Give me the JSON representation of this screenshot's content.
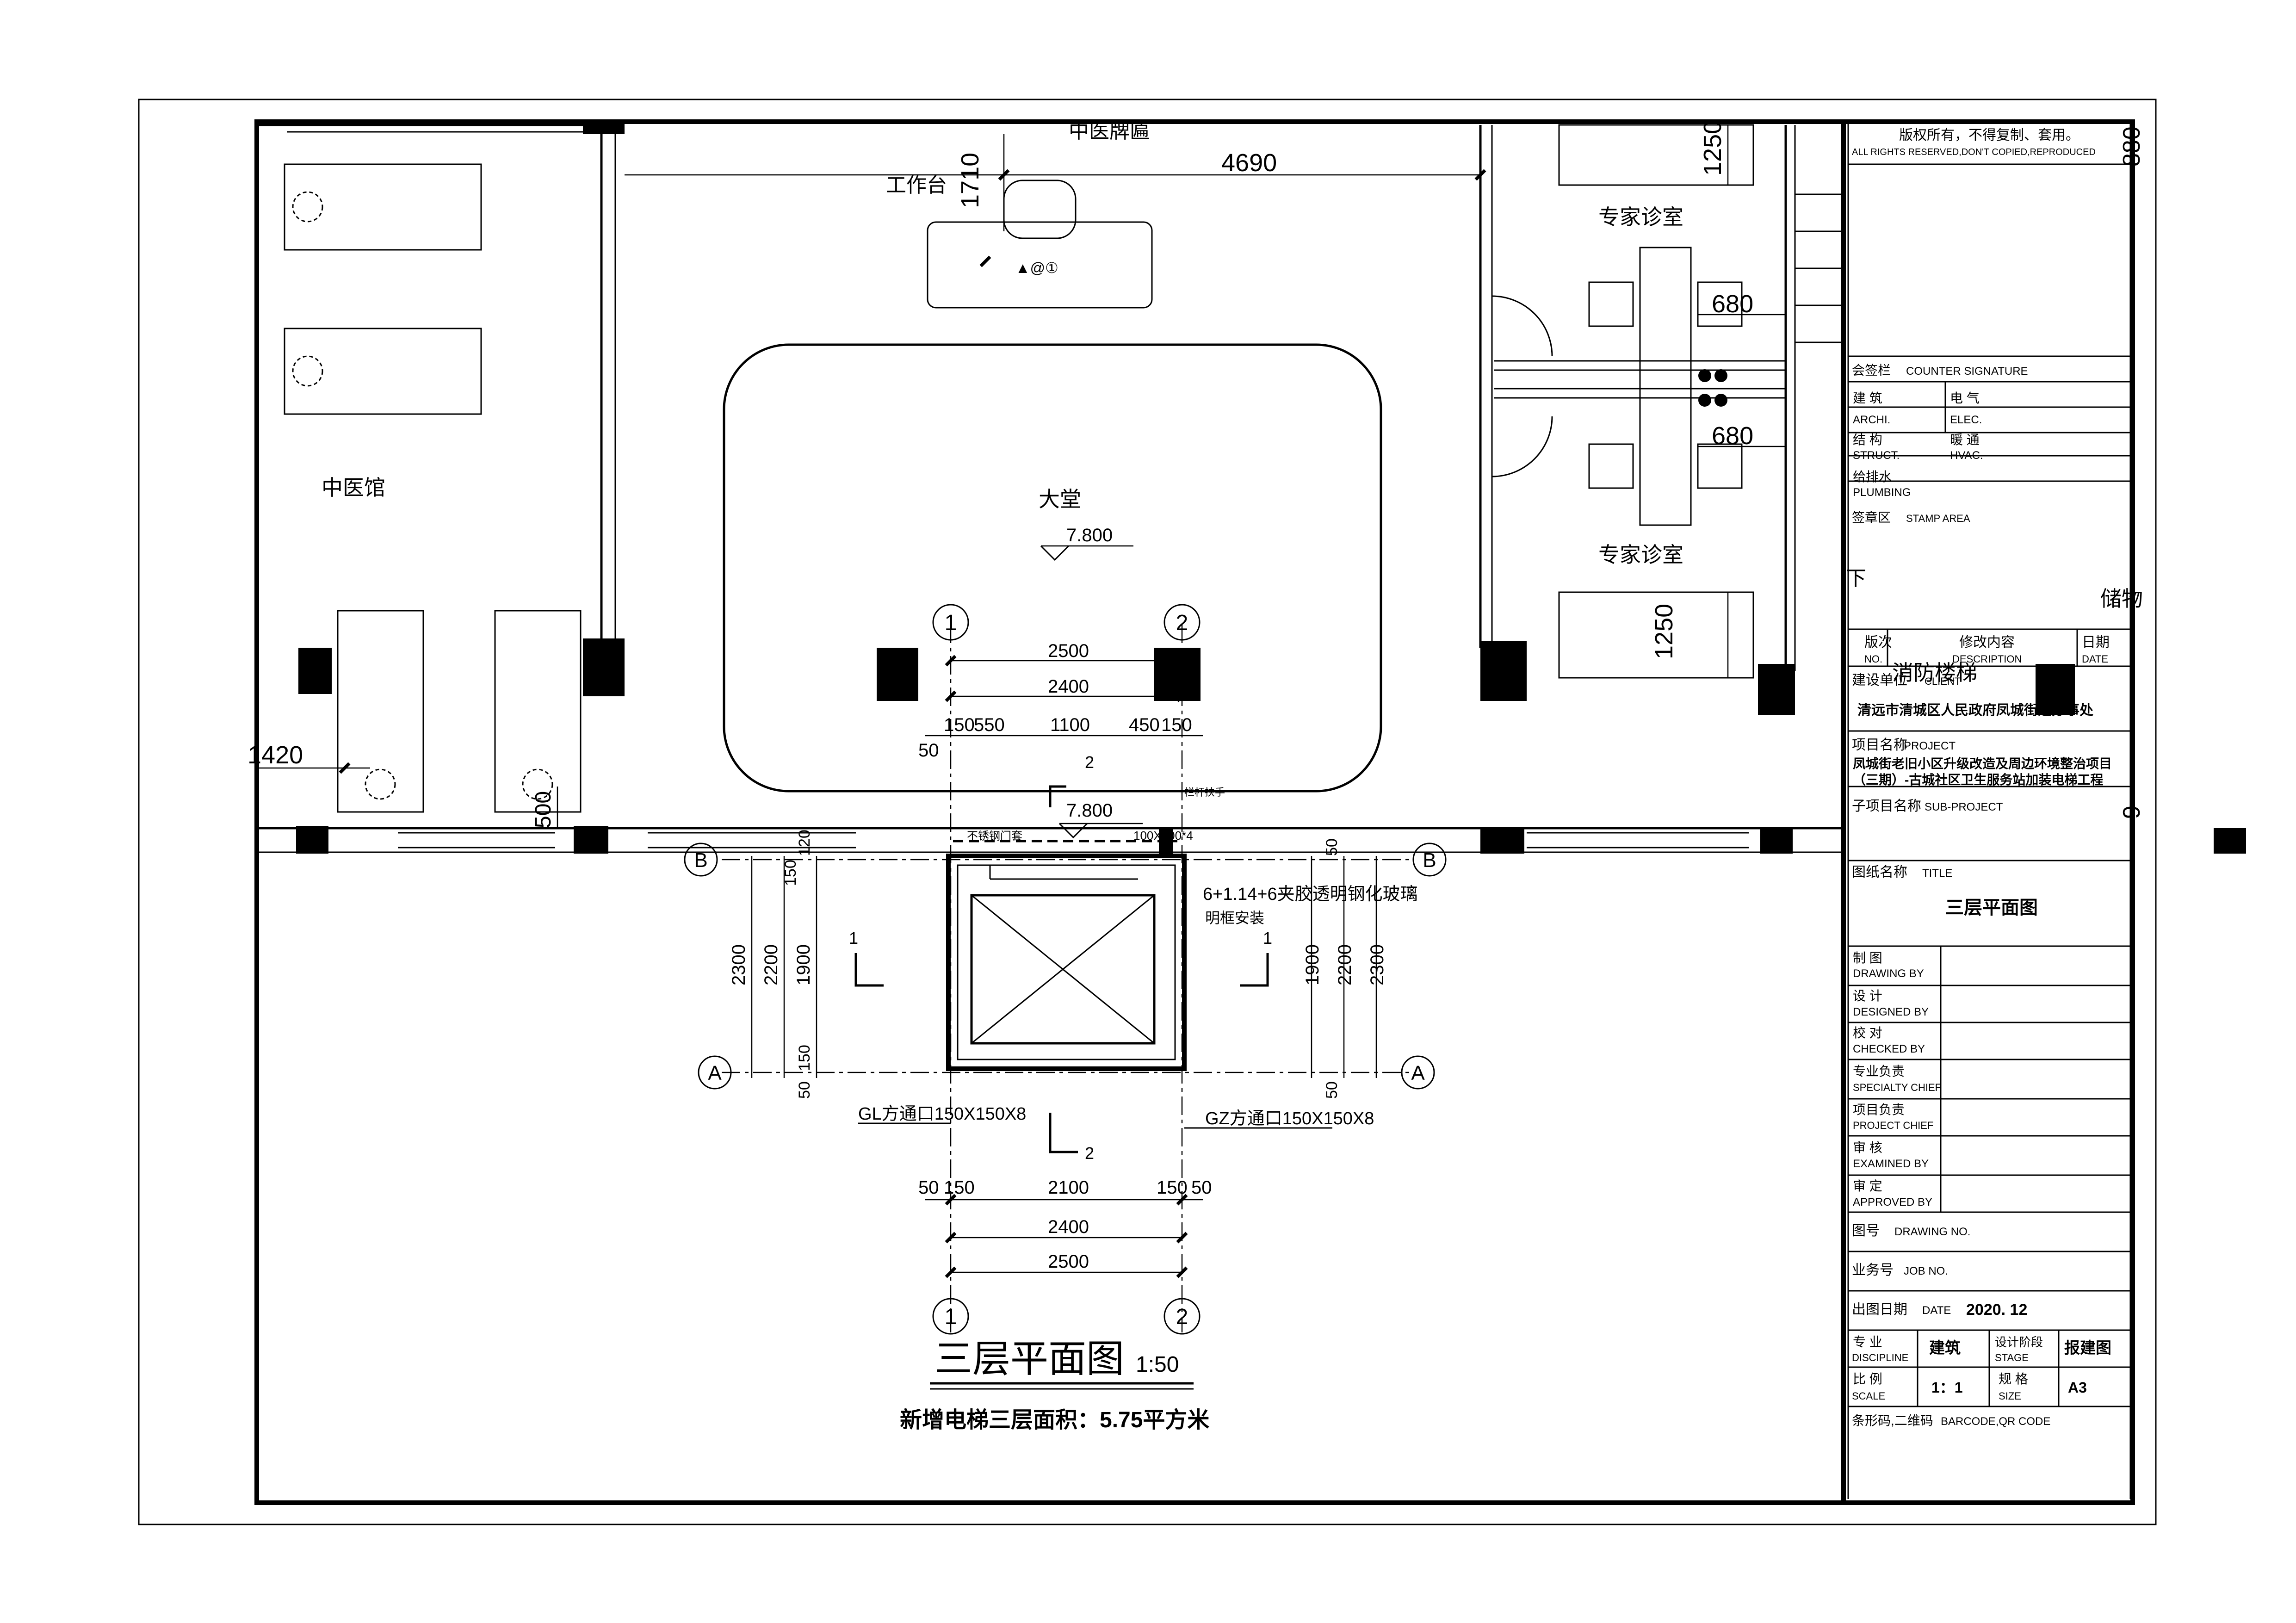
{
  "rooms": {
    "tcm": "中医馆",
    "lobby": "大堂",
    "lobby_level": "7.800",
    "reception": "工作台",
    "plaque": "中医牌匾",
    "expert_top": "专家诊室",
    "expert_bottom": "专家诊室",
    "fire_stair": "消防楼梯",
    "down": "下",
    "storage": "储物"
  },
  "dimensions": {
    "d1710": "1710",
    "d4690": "4690",
    "d1250a": "1250",
    "d1250b": "1250",
    "d680a": "680",
    "d680b": "680",
    "d1420": "1420",
    "d500": "500",
    "d880": "880",
    "d9": "9",
    "top_2500": "2500",
    "top_2400": "2400",
    "top_150a": "150",
    "top_550": "550",
    "top_1100": "1100",
    "top_450": "450",
    "top_150b": "150",
    "top_50": "50",
    "lift_level": "7.800",
    "left_2300": "2300",
    "left_2200": "2200",
    "left_1900": "1900",
    "left_150a": "150",
    "left_150b": "150",
    "left_50": "50",
    "right_2300": "2300",
    "right_2200": "2200",
    "right_1900": "1900",
    "right_50a": "50",
    "right_50b": "50",
    "left_120": "120",
    "bot_50a": "50",
    "bot_150a": "150",
    "bot_2100": "2100",
    "bot_150b": "150",
    "bot_50b": "50",
    "bot_2400": "2400",
    "bot_2500": "2500"
  },
  "annotations": {
    "glass": "6+1.14+6夹胶透明钢化玻璃",
    "frame": "明框安装",
    "steel_door": "不锈钢门套",
    "railing": "栏杆扶手",
    "section_100": "100X100*4",
    "gl": "GL方通口150X150X8",
    "gz": "GZ方通口150X150X8",
    "section_1": "1",
    "section_2": "2",
    "desk_icon": "▲@①"
  },
  "axes": {
    "a1": "1",
    "a2": "2",
    "b": "B",
    "a": "A"
  },
  "drawing_title": {
    "name": "三层平面图",
    "scale": "1:50",
    "area_note": "新增电梯三层面积：5.75平方米"
  },
  "title_block": {
    "copyright": "版权所有，不得复制、套用。",
    "copyright_en": "ALL RIGHTS RESERVED,DON'T COPIED,REPRODUCED",
    "counter_signature": "会签栏",
    "counter_signature_en": "COUNTER SIGNATURE",
    "archi": "建 筑",
    "archi_en": "ARCHI.",
    "elec": "电 气",
    "elec_en": "ELEC.",
    "struct": "结 构",
    "struct_en": "STRUCT.",
    "hvac": "暖 通",
    "hvac_en": "HVAC.",
    "plumbing": "给排水",
    "plumbing_en": "PLUMBING",
    "stamp": "签章区",
    "stamp_en": "STAMP AREA",
    "rev_no": "版次",
    "rev_no_en": "NO.",
    "rev_desc": "修改内容",
    "rev_desc_en": "DESCRIPTION",
    "rev_date": "日期",
    "rev_date_en": "DATE",
    "client_label": "建设单位",
    "client_label_en": "CLIENT",
    "client": "清远市清城区人民政府凤城街道办事处",
    "project_label": "项目名称",
    "project_label_en": "PROJECT",
    "project_line1": "凤城街老旧小区升级改造及周边环境整治项目",
    "project_line2": "（三期）-古城社区卫生服务站加装电梯工程",
    "subproject_label": "子项目名称",
    "subproject_label_en": "SUB-PROJECT",
    "title_label": "图纸名称",
    "title_label_en": "TITLE",
    "title": "三层平面图",
    "drawn": "制 图",
    "drawn_en": "DRAWING BY",
    "designed": "设 计",
    "designed_en": "DESIGNED BY",
    "checked": "校 对",
    "checked_en": "CHECKED BY",
    "specialty": "专业负责",
    "specialty_en": "SPECIALTY CHIEF",
    "project_chief": "项目负责",
    "project_chief_en": "PROJECT CHIEF",
    "examined": "审 核",
    "examined_en": "EXAMINED BY",
    "approved": "审 定",
    "approved_en": "APPROVED BY",
    "drawing_no": "图号",
    "drawing_no_en": "DRAWING NO.",
    "job_no": "业务号",
    "job_no_en": "JOB NO.",
    "date_label": "出图日期",
    "date_label_en": "DATE",
    "date": "2020. 12",
    "discipline_label": "专 业",
    "discipline_label_en": "DISCIPLINE",
    "discipline": "建筑",
    "stage_label": "设计阶段",
    "stage_label_en": "STAGE",
    "stage": "报建图",
    "scale_label": "比 例",
    "scale_label_en": "SCALE",
    "scale": "1：1",
    "size_label": "规 格",
    "size_label_en": "SIZE",
    "size": "A3",
    "barcode": "条形码,二维码",
    "barcode_en": "BARCODE,QR CODE"
  }
}
